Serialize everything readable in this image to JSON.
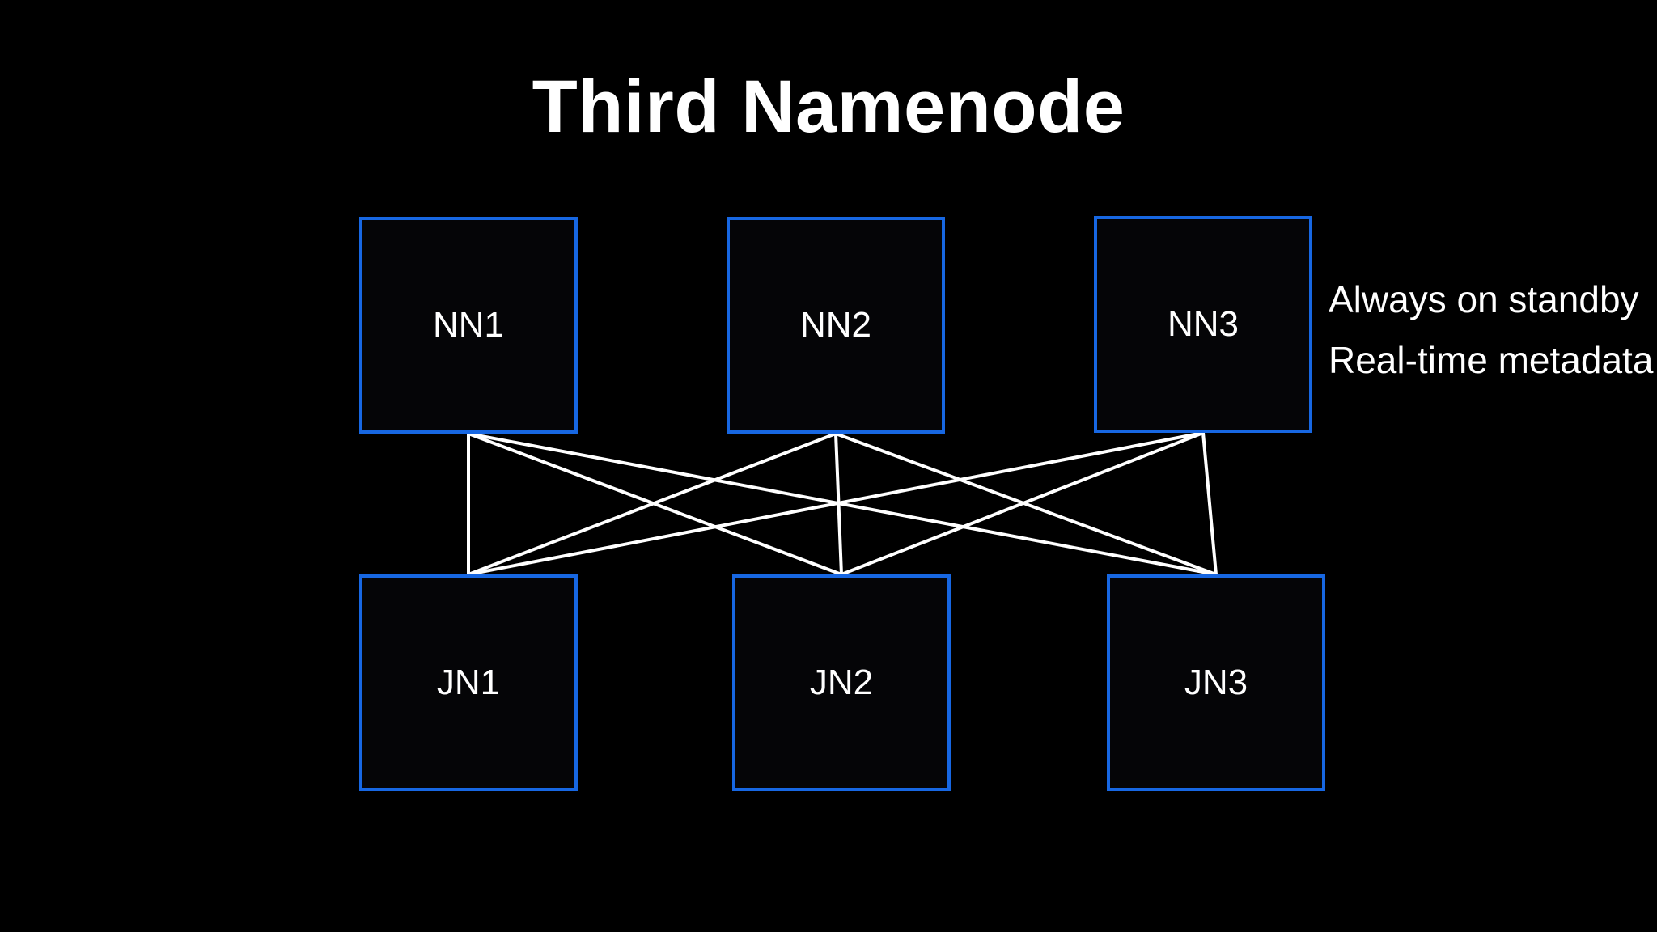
{
  "title": "Third Namenode",
  "diagram": {
    "nodes": [
      {
        "id": "NN1",
        "label": "NN1",
        "row": "namenodes"
      },
      {
        "id": "NN2",
        "label": "NN2",
        "row": "namenodes"
      },
      {
        "id": "NN3",
        "label": "NN3",
        "row": "namenodes"
      },
      {
        "id": "JN1",
        "label": "JN1",
        "row": "journalnodes"
      },
      {
        "id": "JN2",
        "label": "JN2",
        "row": "journalnodes"
      },
      {
        "id": "JN3",
        "label": "JN3",
        "row": "journalnodes"
      }
    ],
    "edges": [
      [
        "NN1",
        "JN1"
      ],
      [
        "NN1",
        "JN2"
      ],
      [
        "NN1",
        "JN3"
      ],
      [
        "NN2",
        "JN1"
      ],
      [
        "NN2",
        "JN2"
      ],
      [
        "NN2",
        "JN3"
      ],
      [
        "NN3",
        "JN1"
      ],
      [
        "NN3",
        "JN2"
      ],
      [
        "NN3",
        "JN3"
      ]
    ]
  },
  "annotations": [
    "Always on standby",
    "Real-time metadata"
  ],
  "colors": {
    "background": "#000000",
    "node_border": "#1767e2",
    "edge": "#ffffff",
    "text": "#ffffff"
  }
}
